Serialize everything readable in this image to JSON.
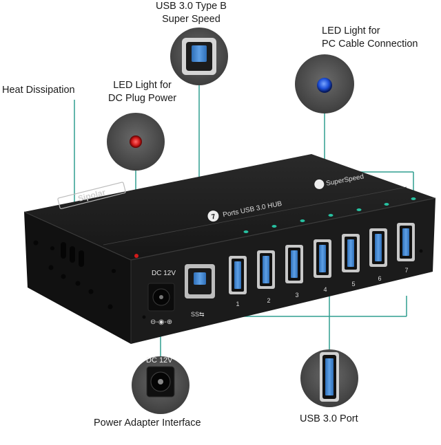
{
  "callouts": {
    "usb_b": {
      "line1": "USB 3.0 Type B",
      "line2": "Super Speed"
    },
    "led_pc": {
      "line1": "LED Light for",
      "line2": "PC Cable Connection"
    },
    "heat": {
      "line1": "Heat Dissipation"
    },
    "led_dc": {
      "line1": "LED Light for",
      "line2": "DC Plug Power"
    },
    "power": {
      "line1": "Power Adapter Interface"
    },
    "usb_port": {
      "line1": "USB 3.0 Port"
    }
  },
  "device": {
    "brand": "Sipolar",
    "top_label": "Ports USB 3.0 HUB",
    "port_count_badge": "7",
    "superspeed_label": "SuperSpeed",
    "dc_label": "DC 12V",
    "ss_logo": "SS⇆",
    "polarity": "⊖-◉-⊕",
    "port_numbers": [
      "1",
      "2",
      "3",
      "4",
      "5",
      "6",
      "7"
    ],
    "inset_dc_label": "DC 12V"
  },
  "colors": {
    "body": "#1c1c1c",
    "callout_line": "#2f9e8f",
    "usb_blue": "#3b7fc9",
    "led_red": "#d11a1a",
    "led_blue": "#1d4fd8",
    "led_green": "#27c0a0"
  }
}
